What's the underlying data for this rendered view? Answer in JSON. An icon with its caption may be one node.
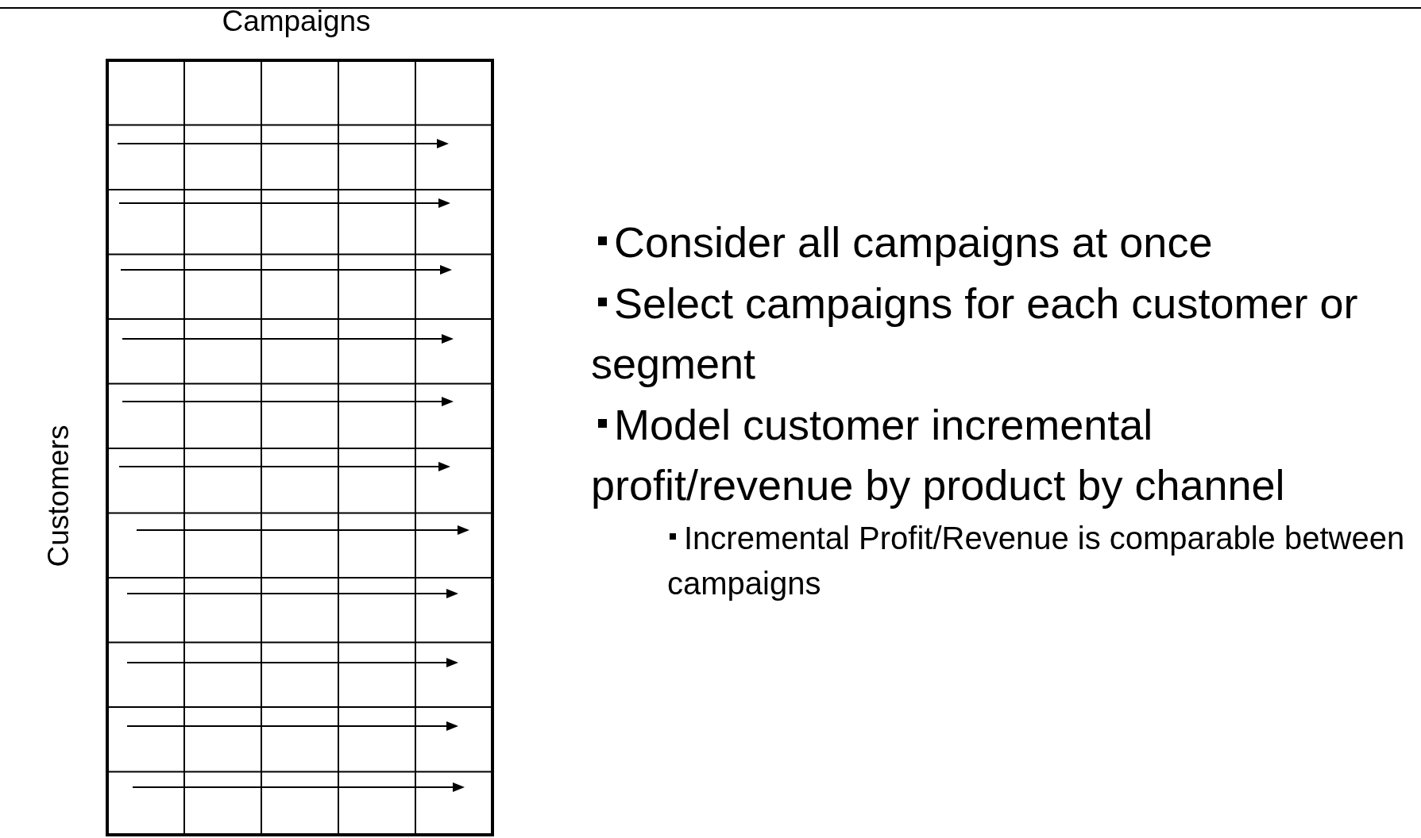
{
  "diagram": {
    "labels": [
      "Campaigns",
      "Customers",
      "Consider all campaigns at once",
      "Select campaigns for each customer or segment",
      "Model customer incremental profit/revenue by product by channel",
      "Incremental Profit/Revenue is comparable between campaigns"
    ]
  }
}
